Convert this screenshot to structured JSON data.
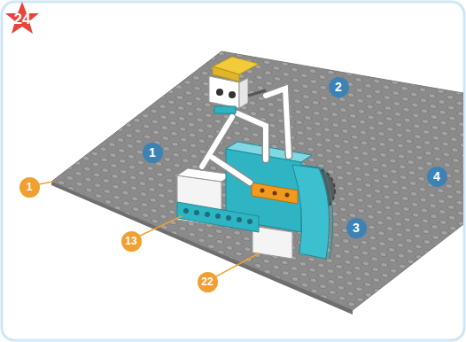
{
  "diagram": {
    "labels": [
      "24",
      "2",
      "1",
      "1",
      "4",
      "3",
      "13",
      "22"
    ]
  }
}
